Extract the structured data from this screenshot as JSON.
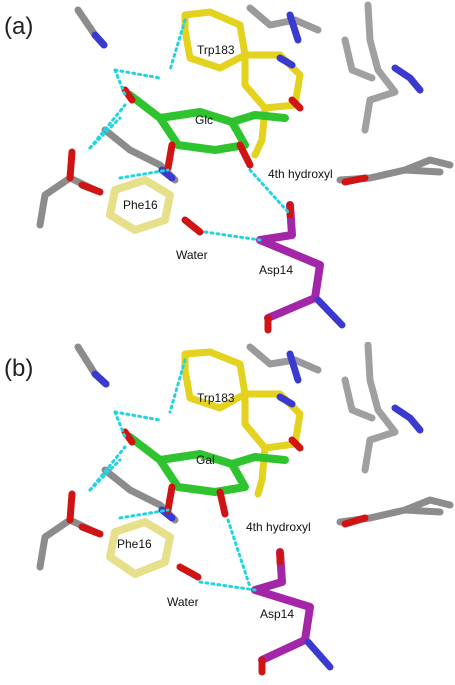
{
  "panels": [
    {
      "panel_label": "(a)",
      "labels": {
        "trp": "Trp183",
        "sugar": "Glc",
        "hydroxyl": "4th hydroxyl",
        "phe": "Phe16",
        "water": "Water",
        "asp": "Asp14"
      }
    },
    {
      "panel_label": "(b)",
      "labels": {
        "trp": "Trp183",
        "sugar": "Gal",
        "hydroxyl": "4th hydroxyl",
        "phe": "Phe16",
        "water": "Water",
        "asp": "Asp14"
      }
    }
  ],
  "colors": {
    "carbon_gray": "#8c8c8c",
    "sugar_green": "#2fc42f",
    "trp_yellow": "#e3d21e",
    "phe_yellow": "#e6e08a",
    "asp_magenta": "#a326a8",
    "oxygen_red": "#d01414",
    "nitrogen_blue": "#3a3ad0",
    "hbond_cyan": "#22d4e0"
  }
}
